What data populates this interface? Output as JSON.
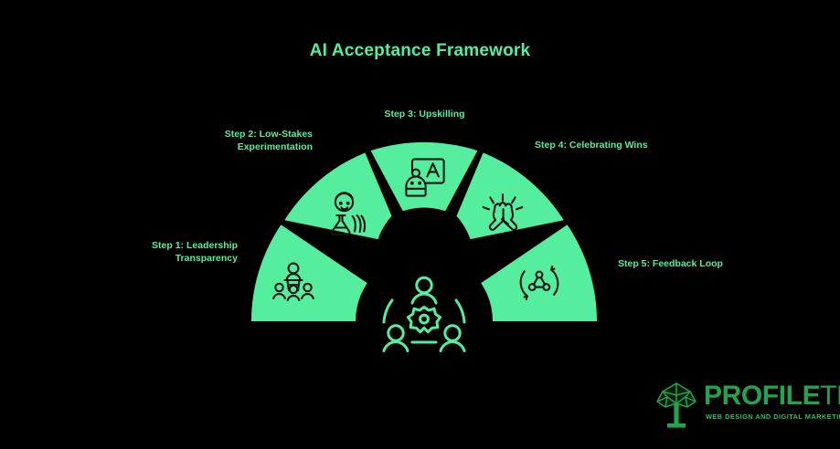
{
  "page": {
    "title": "AI Acceptance Framework",
    "background_color": "#000000",
    "accent_color": "#54EE9E",
    "segment_color": "#54EE9E",
    "icon_color": "#111111"
  },
  "diagram": {
    "type": "semicircular-arc-5-step",
    "hub": {
      "icon": "people-around-gear-icon",
      "color": "#54EE9E"
    },
    "steps": [
      {
        "id": 1,
        "label": "Step 1: Leadership\nTransparency",
        "icon": "presenter-at-podium-icon",
        "angle_deg": [
          180,
          146
        ]
      },
      {
        "id": 2,
        "label": "Step 2: Low-Stakes\nExperimentation",
        "icon": "scientist-with-flask-icon",
        "angle_deg": [
          144,
          110
        ]
      },
      {
        "id": 3,
        "label": "Step 3: Upskilling",
        "icon": "person-with-letter-board-icon",
        "angle_deg": [
          108,
          72
        ]
      },
      {
        "id": 4,
        "label": "Step 4: Celebrating Wins",
        "icon": "fist-bump-icon",
        "angle_deg": [
          70,
          36
        ]
      },
      {
        "id": 5,
        "label": "Step 5: Feedback Loop",
        "icon": "circular-arrows-network-icon",
        "angle_deg": [
          34,
          0
        ]
      }
    ]
  },
  "logo": {
    "mark": "geometric-tree-icon",
    "name_bold": "PROFILE",
    "name_light": "TREE",
    "tagline": "WEB DESIGN AND DIGITAL MARKETING",
    "color": "#22A34F"
  }
}
